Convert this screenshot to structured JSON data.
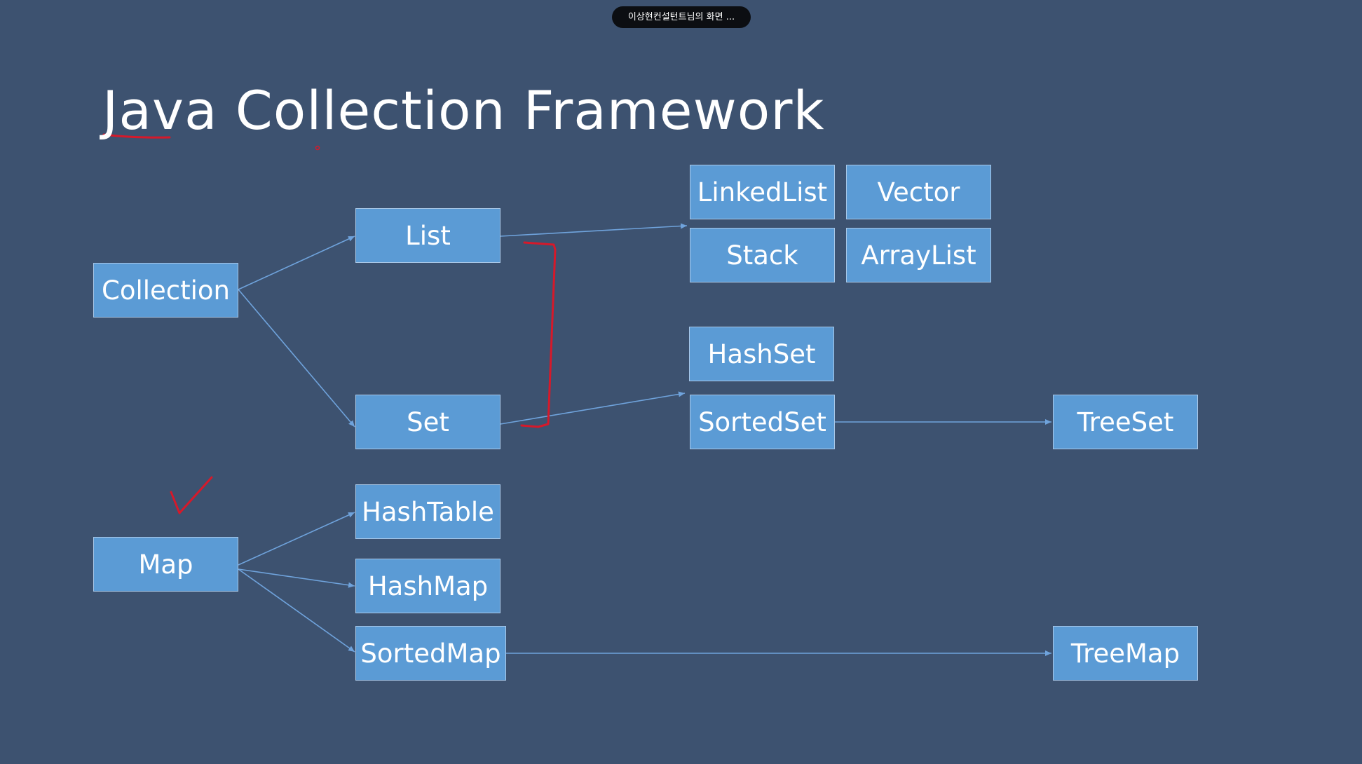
{
  "meeting": {
    "share_label": "이상현컨설턴트님의 화면 ..."
  },
  "slide": {
    "title": "Java Collection Framework",
    "nodes": {
      "collection": "Collection",
      "list": "List",
      "set": "Set",
      "map": "Map",
      "linkedlist": "LinkedList",
      "vector": "Vector",
      "stack": "Stack",
      "arraylist": "ArrayList",
      "hashset": "HashSet",
      "sortedset": "SortedSet",
      "treeset": "TreeSet",
      "hashtable": "HashTable",
      "hashmap": "HashMap",
      "sortedmap": "SortedMap",
      "treemap": "TreeMap"
    },
    "colors": {
      "background": "#3d5270",
      "box": "#5b9bd5",
      "edge": "#6fa3dc",
      "annotation": "#d6192a"
    }
  }
}
